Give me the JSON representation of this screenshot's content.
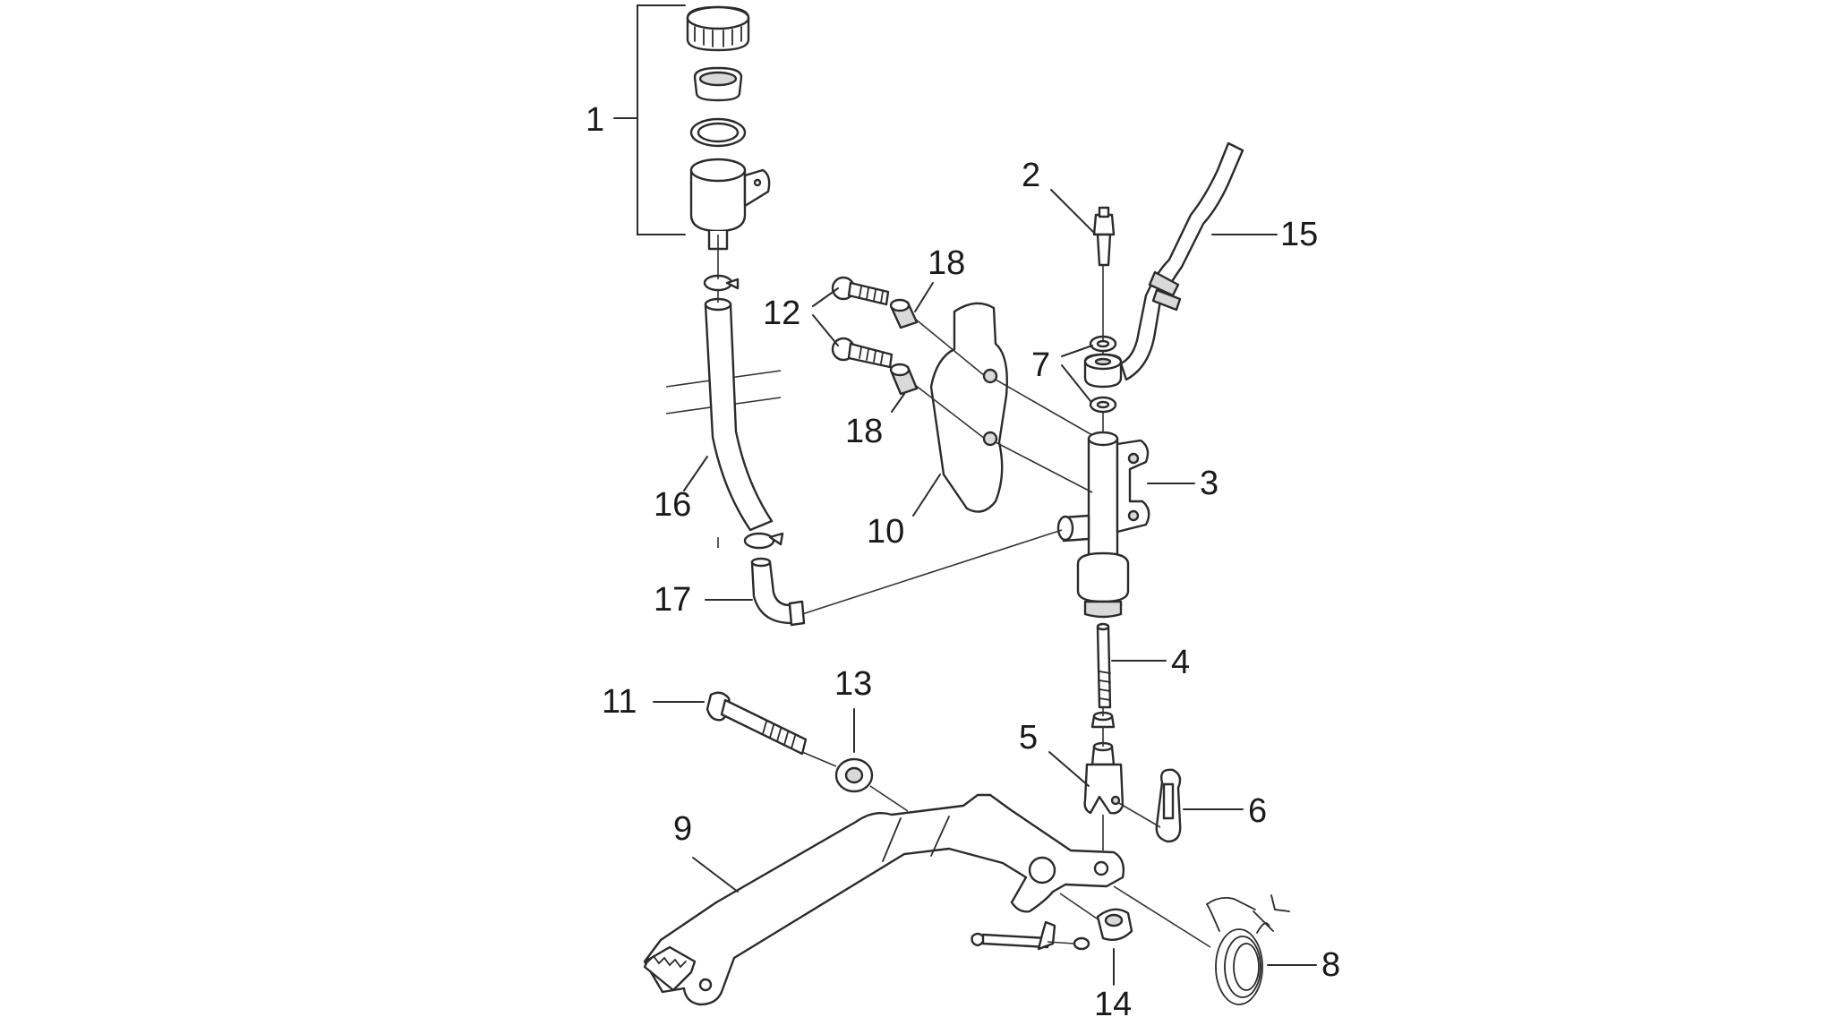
{
  "diagram": {
    "callouts": [
      "1",
      "2",
      "3",
      "4",
      "5",
      "6",
      "7",
      "8",
      "9",
      "10",
      "11",
      "12",
      "13",
      "14",
      "15",
      "16",
      "17",
      "18",
      "18"
    ]
  }
}
